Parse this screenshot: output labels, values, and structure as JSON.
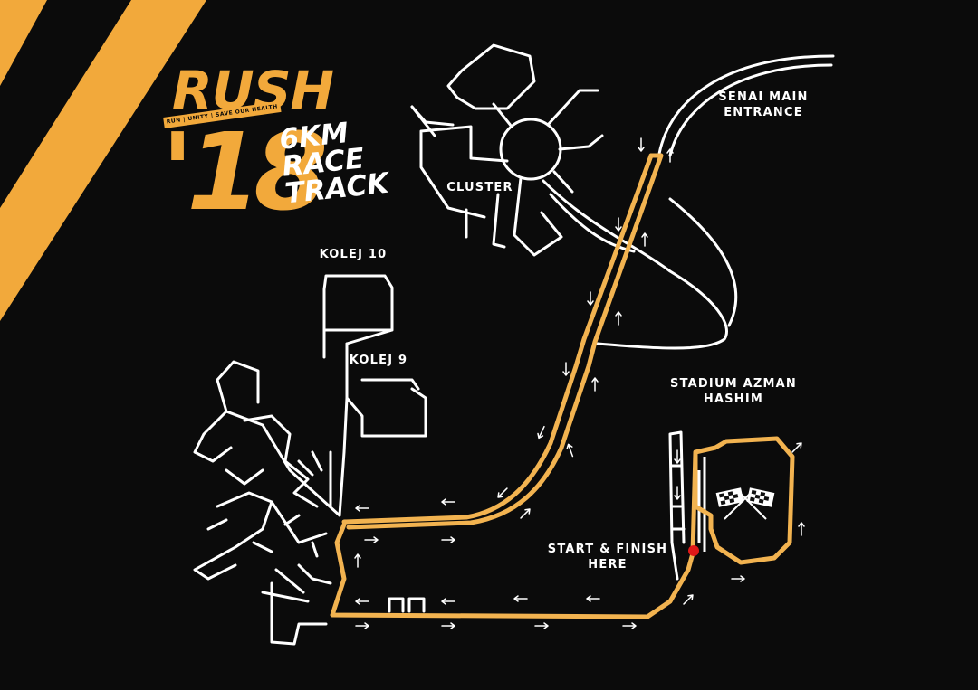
{
  "brand": {
    "name": "RUSH",
    "tagline": "RUN | UNITY | SAVE OUR HEALTH",
    "year": "'18"
  },
  "title": {
    "line1": "6KM",
    "line2": "RACE",
    "line3": "TRACK"
  },
  "labels": {
    "senai_line1": "SENAI MAIN",
    "senai_line2": "ENTRANCE",
    "cluster": "CLUSTER",
    "kolej10": "KOLEJ 10",
    "kolej9": "KOLEJ 9",
    "stadium_line1": "STADIUM AZMAN",
    "stadium_line2": "HASHIM",
    "start_line1": "START & FINISH",
    "start_line2": "HERE"
  },
  "map": {
    "route_distance": "6KM",
    "start_finish_marker": "red-dot",
    "finish_icon": "chequered-flags-icon",
    "direction_icon": "arrow-icon"
  },
  "colors": {
    "background": "#0b0b0b",
    "accent": "#f2a93b",
    "route": "#f2b350",
    "roads": "#ffffff",
    "start_marker": "#e01818"
  }
}
